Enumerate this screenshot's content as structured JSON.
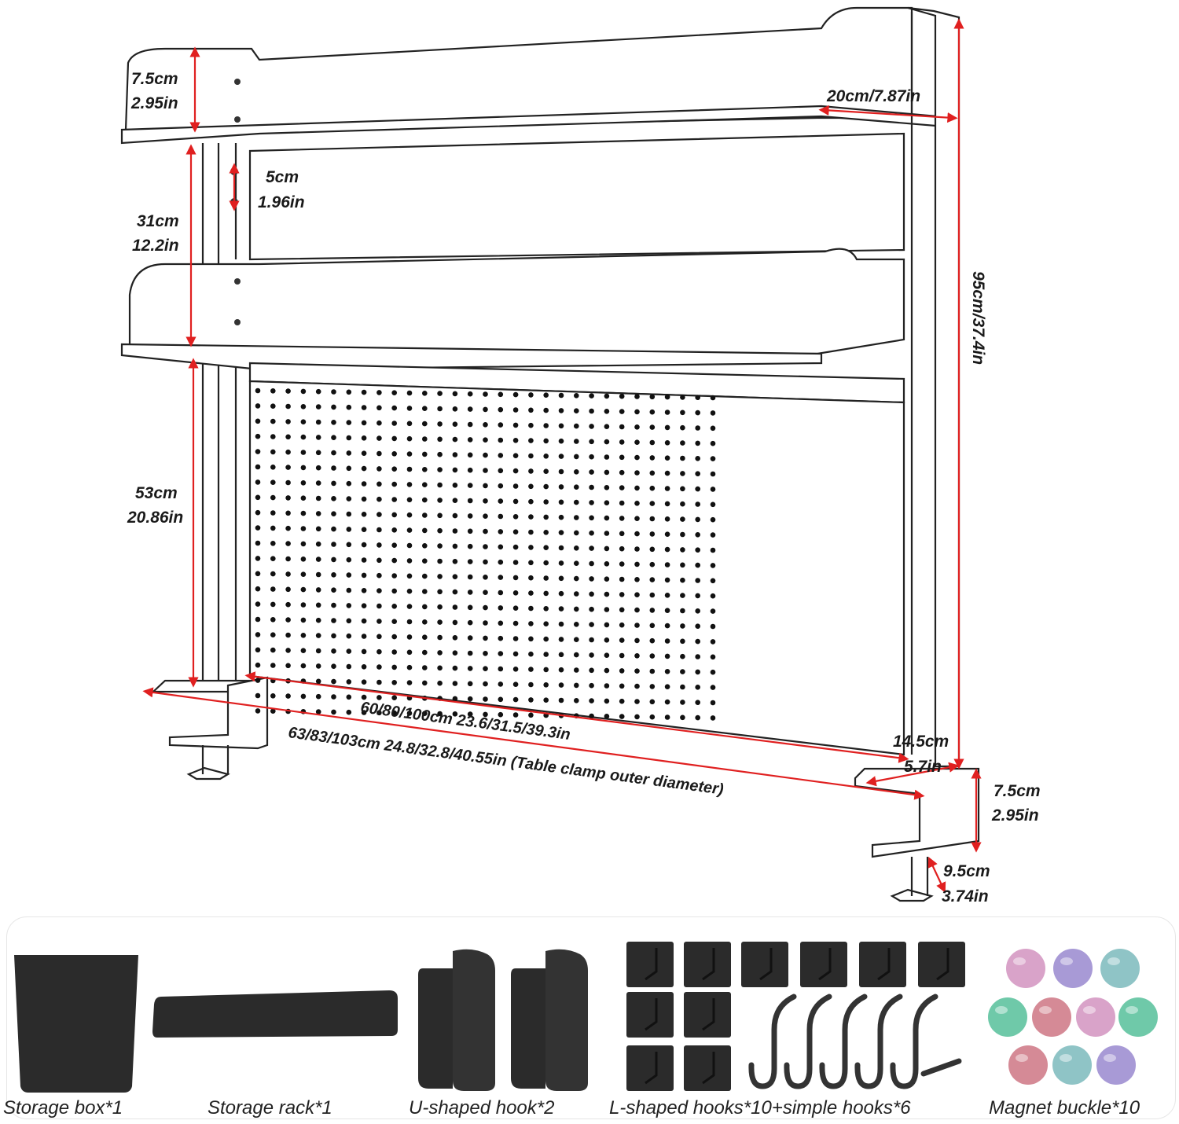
{
  "dimensions": {
    "top_rail_height_cm": "7.5cm",
    "top_rail_height_in": "2.95in",
    "shelf_depth": "20cm/7.87in",
    "hole_spacing_cm": "5cm",
    "hole_spacing_in": "1.96in",
    "shelf_gap_cm": "31cm",
    "shelf_gap_in": "12.2in",
    "total_height": "95cm/37.4in",
    "lower_height_cm": "53cm",
    "lower_height_in": "20.86in",
    "width": "60/80/100cm  23.6/31.5/39.3in",
    "clamp_width": "63/83/103cm 24.8/32.8/40.55in (Table clamp outer diameter)",
    "foot_depth_cm": "14.5cm",
    "foot_depth_in": "5.7in",
    "clamp_height_cm": "7.5cm",
    "clamp_height_in": "2.95in",
    "clamp_opening_cm": "9.5cm",
    "clamp_opening_in": "3.74in"
  },
  "accessories": {
    "storage_box": "Storage box*1",
    "storage_rack": "Storage rack*1",
    "u_hook": "U-shaped hook*2",
    "l_hooks": "L-shaped hooks*10+simple hooks*6",
    "magnet": "Magnet buckle*10"
  },
  "colors": {
    "dimension_line": "#e02020",
    "outline": "#222222",
    "accessory": "#2b2b2b",
    "magnet_pink": "#d9a3c9",
    "magnet_purple": "#a89ad6",
    "magnet_teal": "#8fc4c6",
    "magnet_green": "#6fc9a9",
    "magnet_rose": "#d58a96"
  }
}
